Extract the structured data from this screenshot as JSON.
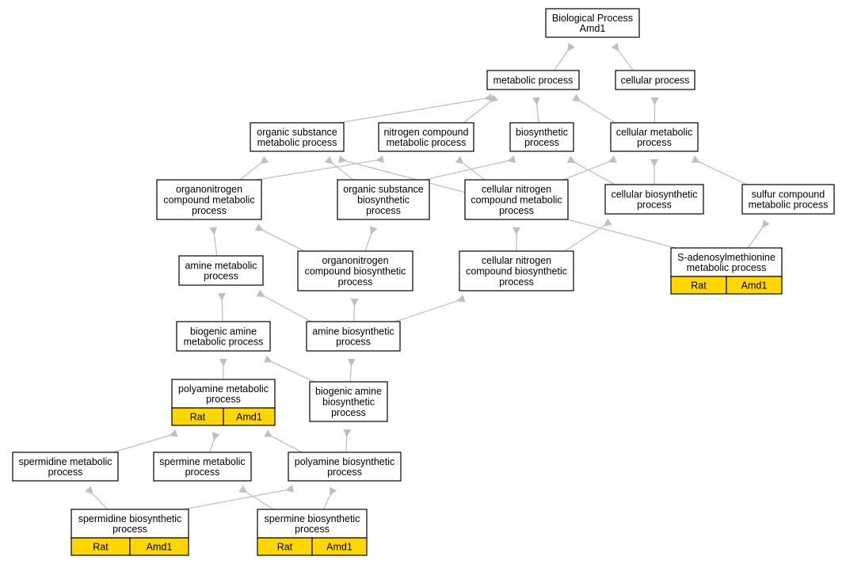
{
  "colors": {
    "edge": "#c0c0c0",
    "node_border": "#000000",
    "annotation_fill": "#ffd700"
  },
  "nodes": {
    "root": {
      "label": [
        "Biological Process",
        "Amd1"
      ]
    },
    "metabolic": {
      "label": [
        "metabolic process"
      ]
    },
    "cellular": {
      "label": [
        "cellular process"
      ]
    },
    "org_sub_met": {
      "label": [
        "organic substance",
        "metabolic process"
      ]
    },
    "nitro_met": {
      "label": [
        "nitrogen compound",
        "metabolic process"
      ]
    },
    "biosyn": {
      "label": [
        "biosynthetic",
        "process"
      ]
    },
    "cell_met": {
      "label": [
        "cellular metabolic",
        "process"
      ]
    },
    "organonitro_met": {
      "label": [
        "organonitrogen",
        "compound metabolic",
        "process"
      ]
    },
    "org_sub_bio": {
      "label": [
        "organic substance",
        "biosynthetic",
        "process"
      ]
    },
    "cell_nitro_met": {
      "label": [
        "cellular nitrogen",
        "compound metabolic",
        "process"
      ]
    },
    "cell_bio": {
      "label": [
        "cellular biosynthetic",
        "process"
      ]
    },
    "sulfur_met": {
      "label": [
        "sulfur compound",
        "metabolic process"
      ]
    },
    "amine_met": {
      "label": [
        "amine metabolic",
        "process"
      ]
    },
    "organonitro_bio": {
      "label": [
        "organonitrogen",
        "compound biosynthetic",
        "process"
      ]
    },
    "cell_nitro_bio": {
      "label": [
        "cellular nitrogen",
        "compound biosynthetic",
        "process"
      ]
    },
    "sam_met": {
      "label": [
        "S-adenosylmethionine",
        "metabolic process"
      ],
      "tags": [
        "Rat",
        "Amd1"
      ]
    },
    "biogenic_met": {
      "label": [
        "biogenic amine",
        "metabolic process"
      ]
    },
    "amine_bio": {
      "label": [
        "amine biosynthetic",
        "process"
      ]
    },
    "polyamine_met": {
      "label": [
        "polyamine metabolic",
        "process"
      ],
      "tags": [
        "Rat",
        "Amd1"
      ]
    },
    "biogenic_bio": {
      "label": [
        "biogenic amine",
        "biosynthetic",
        "process"
      ]
    },
    "spermidine_met": {
      "label": [
        "spermidine metabolic",
        "process"
      ]
    },
    "spermine_met": {
      "label": [
        "spermine metabolic",
        "process"
      ]
    },
    "polyamine_bio": {
      "label": [
        "polyamine biosynthetic",
        "process"
      ]
    },
    "spermidine_bio": {
      "label": [
        "spermidine biosynthetic",
        "process"
      ],
      "tags": [
        "Rat",
        "Amd1"
      ]
    },
    "spermine_bio": {
      "label": [
        "spermine biosynthetic",
        "process"
      ],
      "tags": [
        "Rat",
        "Amd1"
      ]
    }
  },
  "edges": [
    [
      "metabolic",
      "root"
    ],
    [
      "cellular",
      "root"
    ],
    [
      "org_sub_met",
      "metabolic"
    ],
    [
      "nitro_met",
      "metabolic"
    ],
    [
      "biosyn",
      "metabolic"
    ],
    [
      "cell_met",
      "metabolic"
    ],
    [
      "cell_met",
      "cellular"
    ],
    [
      "organonitro_met",
      "org_sub_met"
    ],
    [
      "organonitro_met",
      "nitro_met"
    ],
    [
      "org_sub_bio",
      "org_sub_met"
    ],
    [
      "org_sub_bio",
      "biosyn"
    ],
    [
      "cell_nitro_met",
      "nitro_met"
    ],
    [
      "cell_nitro_met",
      "cell_met"
    ],
    [
      "cell_bio",
      "biosyn"
    ],
    [
      "cell_bio",
      "cell_met"
    ],
    [
      "sulfur_met",
      "cell_met"
    ],
    [
      "amine_met",
      "organonitro_met"
    ],
    [
      "organonitro_bio",
      "organonitro_met"
    ],
    [
      "organonitro_bio",
      "org_sub_bio"
    ],
    [
      "cell_nitro_bio",
      "cell_nitro_met"
    ],
    [
      "cell_nitro_bio",
      "cell_bio"
    ],
    [
      "sam_met",
      "org_sub_met"
    ],
    [
      "sam_met",
      "sulfur_met"
    ],
    [
      "biogenic_met",
      "amine_met"
    ],
    [
      "amine_bio",
      "amine_met"
    ],
    [
      "amine_bio",
      "organonitro_bio"
    ],
    [
      "amine_bio",
      "cell_nitro_bio"
    ],
    [
      "polyamine_met",
      "biogenic_met"
    ],
    [
      "biogenic_bio",
      "biogenic_met"
    ],
    [
      "biogenic_bio",
      "amine_bio"
    ],
    [
      "spermidine_met",
      "polyamine_met"
    ],
    [
      "spermine_met",
      "polyamine_met"
    ],
    [
      "polyamine_bio",
      "polyamine_met"
    ],
    [
      "polyamine_bio",
      "biogenic_bio"
    ],
    [
      "spermidine_bio",
      "spermidine_met"
    ],
    [
      "spermidine_bio",
      "polyamine_bio"
    ],
    [
      "spermine_bio",
      "spermine_met"
    ],
    [
      "spermine_bio",
      "polyamine_bio"
    ]
  ]
}
